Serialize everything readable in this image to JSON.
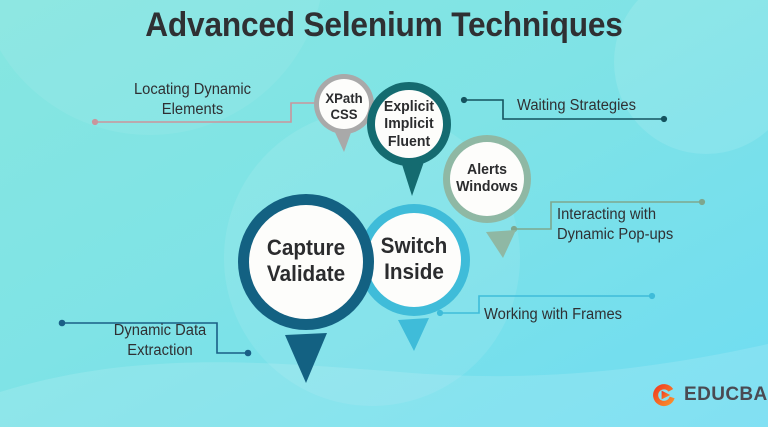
{
  "page": {
    "title": "Advanced Selenium Techniques",
    "background_color": "#7fe3e3",
    "title_color": "#2f3033"
  },
  "bubbles": [
    {
      "id": "xpath-css",
      "lines": [
        "XPath",
        "CSS"
      ],
      "ring_color": "#a9a9a9",
      "text_color": "#2b2c2e"
    },
    {
      "id": "waits",
      "lines": [
        "Explicit",
        "Implicit",
        "Fluent"
      ],
      "ring_color": "#146b70",
      "text_color": "#2b2c2e"
    },
    {
      "id": "alerts-windows",
      "lines": [
        "Alerts",
        "Windows"
      ],
      "ring_color": "#8fb8a4",
      "text_color": "#2b2c2e"
    },
    {
      "id": "switch-inside",
      "lines": [
        "Switch",
        "Inside"
      ],
      "ring_color": "#3fbcd9",
      "text_color": "#2b2c2e"
    },
    {
      "id": "capture-validate",
      "lines": [
        "Capture",
        "Validate"
      ],
      "ring_color": "#136182",
      "text_color": "#2b2c2e"
    }
  ],
  "labels": [
    {
      "id": "locating-dynamic-elements",
      "lines": [
        "Locating Dynamic",
        "Elements"
      ],
      "connector_color": "#c9959c"
    },
    {
      "id": "waiting-strategies",
      "lines": [
        "Waiting Strategies"
      ],
      "connector_color": "#14535f"
    },
    {
      "id": "interacting-dynamic-popups",
      "lines": [
        "Interacting with",
        "Dynamic Pop-ups"
      ],
      "connector_color": "#7ea78e"
    },
    {
      "id": "working-with-frames",
      "lines": [
        "Working with Frames"
      ],
      "connector_color": "#3fbcd9"
    },
    {
      "id": "dynamic-data-extraction",
      "lines": [
        "Dynamic Data",
        "Extraction"
      ],
      "connector_color": "#1a5f86"
    }
  ],
  "logo": {
    "name": "EDUCBA",
    "mark_color_start": "#f0341f",
    "mark_color_end": "#fb9a2e"
  }
}
